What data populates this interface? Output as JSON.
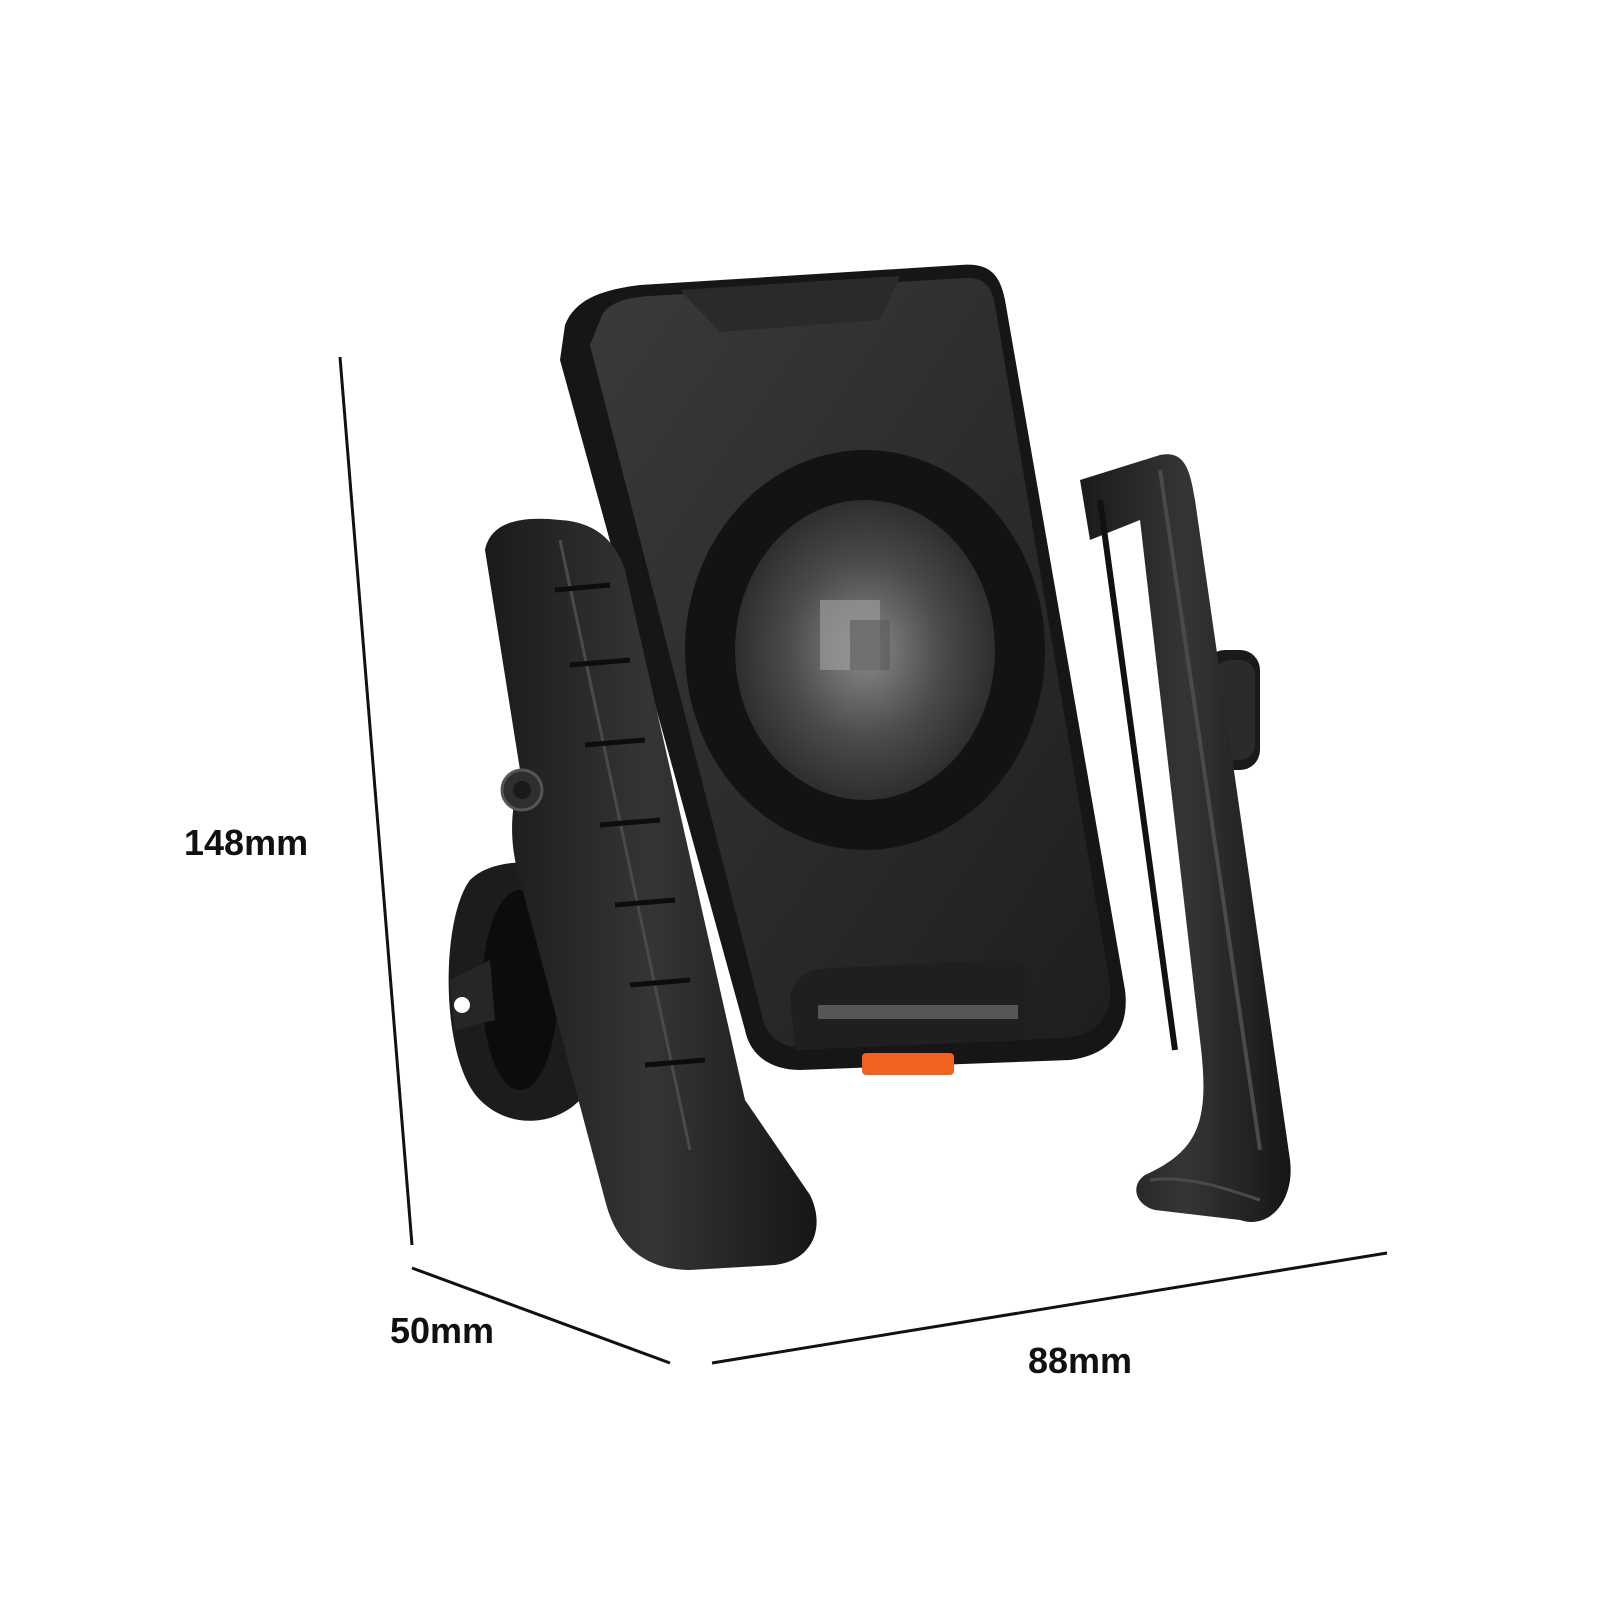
{
  "product": {
    "icon_name": "phone-mount-holder-icon",
    "accent_color": "#f0621e",
    "body_color": "#2a2a2a",
    "pad_brand_mark": "blurred-logo"
  },
  "dimensions": {
    "height": "148mm",
    "depth": "50mm",
    "width": "88mm"
  },
  "colors": {
    "background": "#ffffff",
    "dimension_lines": "#111111"
  }
}
